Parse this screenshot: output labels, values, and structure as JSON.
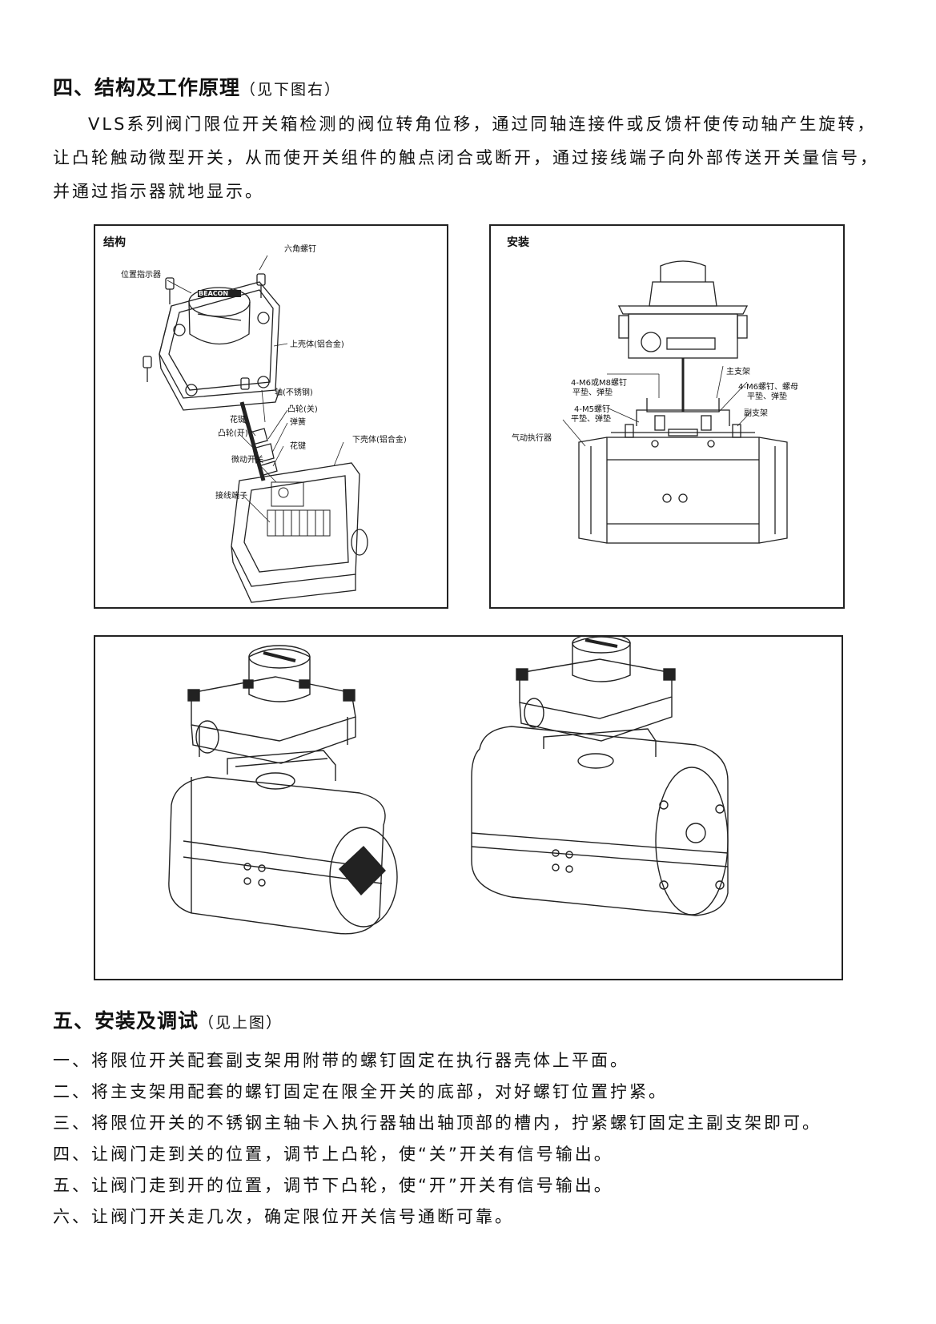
{
  "section4": {
    "title": "四、结构及工作原理",
    "note": "（见下图右）",
    "paragraph": "VLS系列阀门限位开关箱检测的阀位转角位移，通过同轴连接件或反馈杆使传动轴产生旋转，让凸轮触动微型开关，从而使开关组件的触点闭合或断开，通过接线端子向外部传送开关量信号，并通过指示器就地显示。"
  },
  "structure_panel": {
    "title": "结构",
    "labels": {
      "hex_screw": "六角螺钉",
      "position_indicator": "位置指示器",
      "brand": "BEACON",
      "upper_shell": "上壳体(铝合金)",
      "shaft": "轴(不锈钢)",
      "cam_close": "凸轮(关)",
      "spline_key_1": "花键",
      "spring": "弹簧",
      "cam_open": "凸轮(开)",
      "spline_key_2": "花键",
      "lower_shell": "下壳体(铝合金)",
      "micro_switch": "微动开关",
      "terminal": "接线端子"
    }
  },
  "install_panel": {
    "title": "安装",
    "labels": {
      "main_bracket": "主支架",
      "screw_m6_m8": "4-M6或M8螺钉",
      "washer_1": "平垫、弹垫",
      "screw_nut_m6": "4-M6螺钉、螺母",
      "washer_2": "平垫、弹垫",
      "screw_m5": "4-M5螺钉",
      "washer_3": "平垫、弹垫",
      "actuator": "气动执行器",
      "sub_bracket": "副支架"
    }
  },
  "section5": {
    "title": "五、安装及调试",
    "note": "（见上图）",
    "steps": [
      "一、将限位开关配套副支架用附带的螺钉固定在执行器壳体上平面。",
      "二、将主支架用配套的螺钉固定在限全开关的底部，对好螺钉位置拧紧。",
      "三、将限位开关的不锈钢主轴卡入执行器轴出轴顶部的槽内，拧紧螺钉固定主副支架即可。",
      "四、让阀门走到关的位置，调节上凸轮，使“关”开关有信号输出。",
      "五、让阀门走到开的位置，调节下凸轮，使“开”开关有信号输出。",
      "六、让阀门开关走几次，确定限位开关信号通断可靠。"
    ]
  }
}
